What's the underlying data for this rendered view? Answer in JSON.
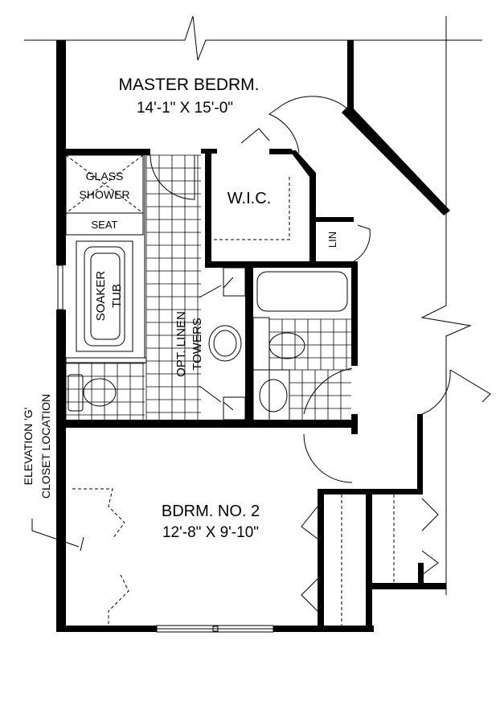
{
  "rooms": {
    "master": {
      "name": "MASTER BEDRM.",
      "size": "14'-1\" X 15'-0\""
    },
    "shower": {
      "line1": "GLASS",
      "line2": "SHOWER"
    },
    "seat": "SEAT",
    "tub": {
      "line1": "SOAKER",
      "line2": "TUB"
    },
    "wic": "W.I.C.",
    "linen": "LIN",
    "towers": {
      "line1": "OPT. LINEN",
      "line2": "TOWERS"
    },
    "bedroom2": {
      "name": "BDRM. NO. 2",
      "size": "12'-8\" X 9'-10\""
    },
    "elevation": {
      "line1": "ELEVATION 'G'",
      "line2": "CLOSET LOCATION"
    }
  },
  "colors": {
    "wall": "#000000",
    "background": "#ffffff"
  }
}
